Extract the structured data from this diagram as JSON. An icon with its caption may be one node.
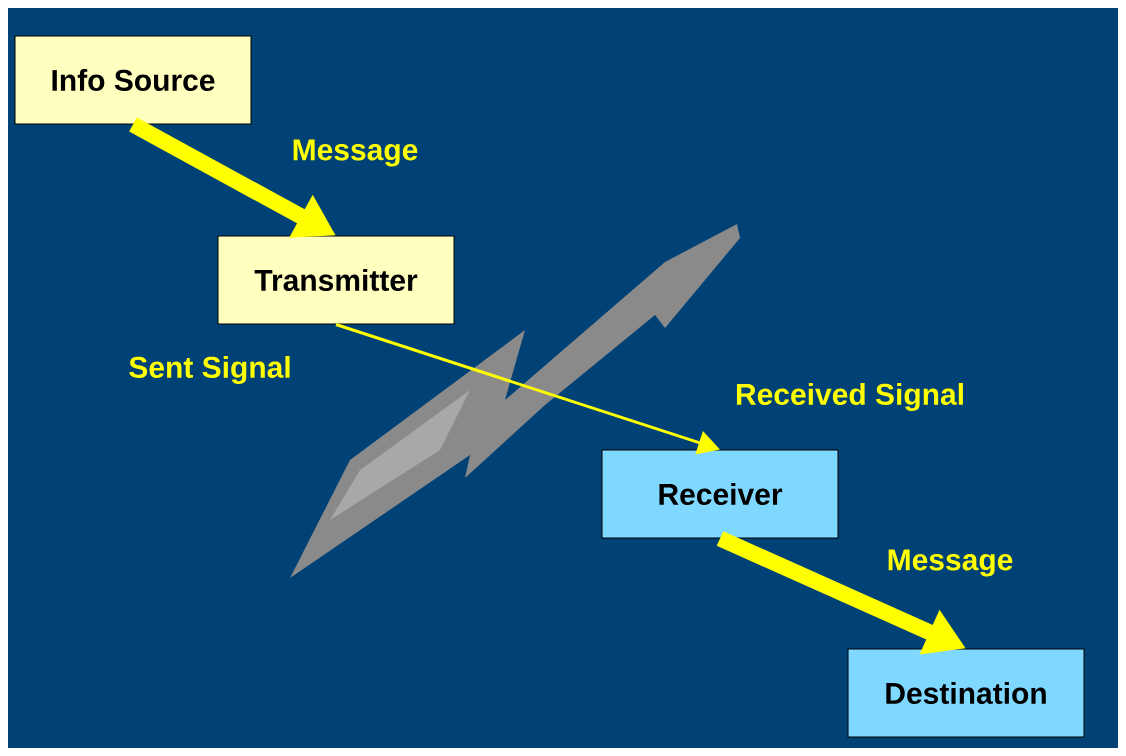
{
  "diagram": {
    "nodes": [
      {
        "text": [
          "Info Source"
        ]
      },
      {
        "text": [
          "Transmitter"
        ]
      },
      {
        "text": [
          "Receiver"
        ]
      },
      {
        "text": [
          "Destination"
        ]
      }
    ],
    "edges": [
      {
        "from": 0,
        "to": 1,
        "arrow": "to",
        "label": "Message"
      },
      {
        "from": 1,
        "to": 2,
        "arrow": "to"
      },
      {
        "from": 2,
        "to": 3,
        "arrow": "to",
        "label": "Message"
      }
    ],
    "labels": [
      "Sent Signal",
      "Received Signal"
    ]
  }
}
